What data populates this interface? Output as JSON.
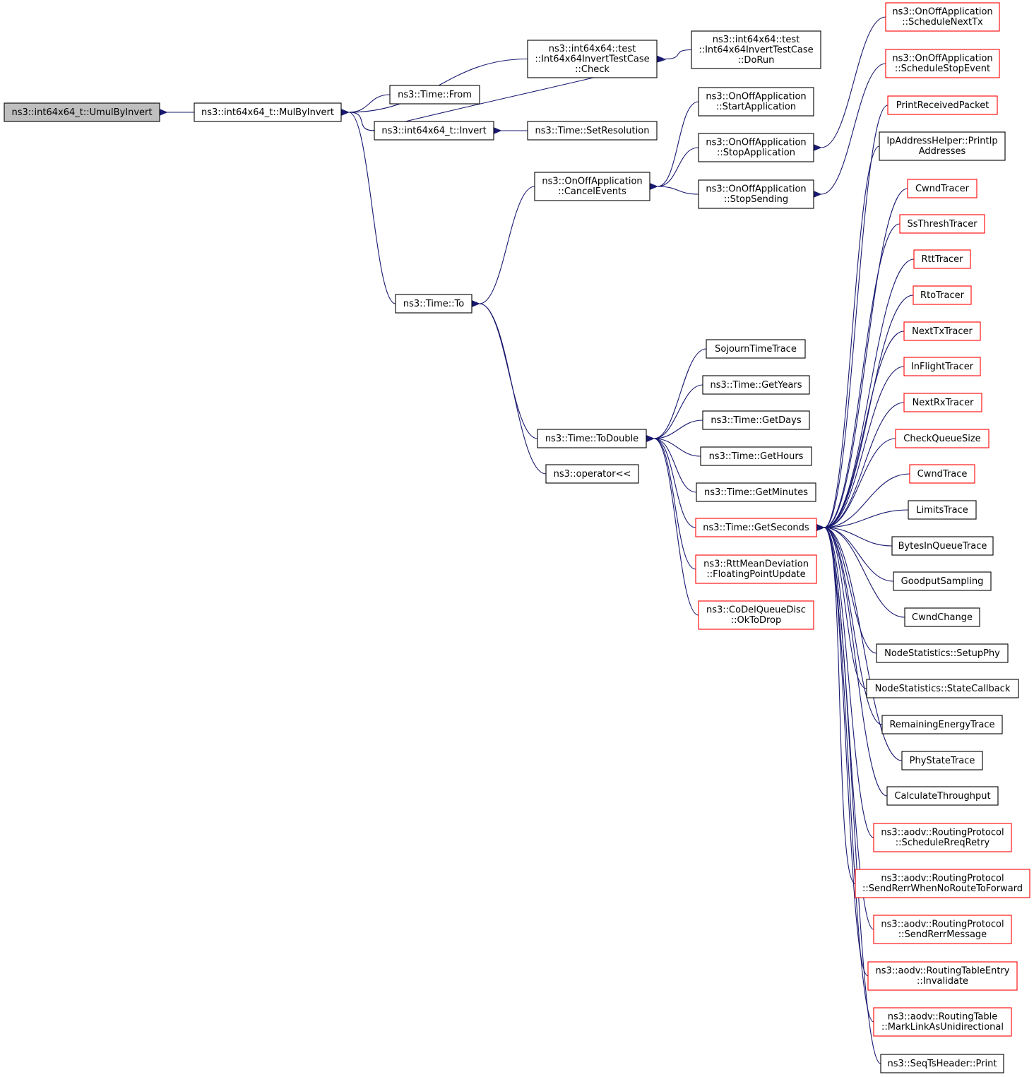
{
  "colors": {
    "edge": "#191970",
    "arrow": "#191970",
    "border_normal": "#000000",
    "border_truncated": "#ff0000",
    "fill_normal": "#ffffff",
    "fill_root": "#bfbfbf"
  },
  "nodes": [
    {
      "id": "umul",
      "lines": [
        "ns3::int64x64_t::UmulByInvert"
      ],
      "style": "root"
    },
    {
      "id": "mulbyinvert",
      "lines": [
        "ns3::int64x64_t::MulByInvert"
      ],
      "style": "normal"
    },
    {
      "id": "check",
      "lines": [
        "ns3::int64x64::test",
        "::Int64x64InvertTestCase",
        "::Check"
      ],
      "style": "normal"
    },
    {
      "id": "dorun",
      "lines": [
        "ns3::int64x64::test",
        "::Int64x64InvertTestCase",
        "::DoRun"
      ],
      "style": "normal"
    },
    {
      "id": "from",
      "lines": [
        "ns3::Time::From"
      ],
      "style": "normal"
    },
    {
      "id": "invert",
      "lines": [
        "ns3::int64x64_t::Invert"
      ],
      "style": "normal"
    },
    {
      "id": "setres",
      "lines": [
        "ns3::Time::SetResolution"
      ],
      "style": "normal"
    },
    {
      "id": "startapp",
      "lines": [
        "ns3::OnOffApplication",
        "::StartApplication"
      ],
      "style": "normal"
    },
    {
      "id": "stopapp",
      "lines": [
        "ns3::OnOffApplication",
        "::StopApplication"
      ],
      "style": "normal"
    },
    {
      "id": "cancelev",
      "lines": [
        "ns3::OnOffApplication",
        "::CancelEvents"
      ],
      "style": "normal"
    },
    {
      "id": "stopsend",
      "lines": [
        "ns3::OnOffApplication",
        "::StopSending"
      ],
      "style": "normal"
    },
    {
      "id": "timeto",
      "lines": [
        "ns3::Time::To"
      ],
      "style": "normal"
    },
    {
      "id": "todouble",
      "lines": [
        "ns3::Time::ToDouble"
      ],
      "style": "normal"
    },
    {
      "id": "opshift",
      "lines": [
        "ns3::operator<<"
      ],
      "style": "normal"
    },
    {
      "id": "sojourn",
      "lines": [
        "SojournTimeTrace"
      ],
      "style": "normal"
    },
    {
      "id": "getyears",
      "lines": [
        "ns3::Time::GetYears"
      ],
      "style": "normal"
    },
    {
      "id": "getdays",
      "lines": [
        "ns3::Time::GetDays"
      ],
      "style": "normal"
    },
    {
      "id": "gethours",
      "lines": [
        "ns3::Time::GetHours"
      ],
      "style": "normal"
    },
    {
      "id": "getminutes",
      "lines": [
        "ns3::Time::GetMinutes"
      ],
      "style": "normal"
    },
    {
      "id": "getseconds",
      "lines": [
        "ns3::Time::GetSeconds"
      ],
      "style": "truncated"
    },
    {
      "id": "rttmean",
      "lines": [
        "ns3::RttMeanDeviation",
        "::FloatingPointUpdate"
      ],
      "style": "truncated"
    },
    {
      "id": "codel",
      "lines": [
        "ns3::CoDelQueueDisc",
        "::OkToDrop"
      ],
      "style": "truncated"
    },
    {
      "id": "schednexttx",
      "lines": [
        "ns3::OnOffApplication",
        "::ScheduleNextTx"
      ],
      "style": "truncated"
    },
    {
      "id": "schedstop",
      "lines": [
        "ns3::OnOffApplication",
        "::ScheduleStopEvent"
      ],
      "style": "truncated"
    },
    {
      "id": "printrecv",
      "lines": [
        "PrintReceivedPacket"
      ],
      "style": "truncated"
    },
    {
      "id": "printip",
      "lines": [
        "IpAddressHelper::PrintIp",
        "Addresses"
      ],
      "style": "normal"
    },
    {
      "id": "cwndtracer",
      "lines": [
        "CwndTracer"
      ],
      "style": "truncated"
    },
    {
      "id": "ssthresh",
      "lines": [
        "SsThreshTracer"
      ],
      "style": "truncated"
    },
    {
      "id": "rtttracer",
      "lines": [
        "RttTracer"
      ],
      "style": "truncated"
    },
    {
      "id": "rtotracer",
      "lines": [
        "RtoTracer"
      ],
      "style": "truncated"
    },
    {
      "id": "nexttx",
      "lines": [
        "NextTxTracer"
      ],
      "style": "truncated"
    },
    {
      "id": "inflight",
      "lines": [
        "InFlightTracer"
      ],
      "style": "truncated"
    },
    {
      "id": "nextrx",
      "lines": [
        "NextRxTracer"
      ],
      "style": "truncated"
    },
    {
      "id": "checkqueue",
      "lines": [
        "CheckQueueSize"
      ],
      "style": "truncated"
    },
    {
      "id": "cwndtrace",
      "lines": [
        "CwndTrace"
      ],
      "style": "truncated"
    },
    {
      "id": "limits",
      "lines": [
        "LimitsTrace"
      ],
      "style": "normal"
    },
    {
      "id": "bytesinq",
      "lines": [
        "BytesInQueueTrace"
      ],
      "style": "normal"
    },
    {
      "id": "goodput",
      "lines": [
        "GoodputSampling"
      ],
      "style": "normal"
    },
    {
      "id": "cwndchange",
      "lines": [
        "CwndChange"
      ],
      "style": "normal"
    },
    {
      "id": "setupphy",
      "lines": [
        "NodeStatistics::SetupPhy"
      ],
      "style": "normal"
    },
    {
      "id": "statecb",
      "lines": [
        "NodeStatistics::StateCallback"
      ],
      "style": "normal"
    },
    {
      "id": "remenergy",
      "lines": [
        "RemainingEnergyTrace"
      ],
      "style": "normal"
    },
    {
      "id": "phystate",
      "lines": [
        "PhyStateTrace"
      ],
      "style": "normal"
    },
    {
      "id": "calcthru",
      "lines": [
        "CalculateThroughput"
      ],
      "style": "normal"
    },
    {
      "id": "schedrreq",
      "lines": [
        "ns3::aodv::RoutingProtocol",
        "::ScheduleRreqRetry"
      ],
      "style": "truncated"
    },
    {
      "id": "sendrerrnoroute",
      "lines": [
        "ns3::aodv::RoutingProtocol",
        "::SendRerrWhenNoRouteToForward"
      ],
      "style": "truncated"
    },
    {
      "id": "sendrerrmsg",
      "lines": [
        "ns3::aodv::RoutingProtocol",
        "::SendRerrMessage"
      ],
      "style": "truncated"
    },
    {
      "id": "invalidate",
      "lines": [
        "ns3::aodv::RoutingTableEntry",
        "::Invalidate"
      ],
      "style": "truncated"
    },
    {
      "id": "marklink",
      "lines": [
        "ns3::aodv::RoutingTable",
        "::MarkLinkAsUnidirectional"
      ],
      "style": "truncated"
    },
    {
      "id": "seqts",
      "lines": [
        "ns3::SeqTsHeader::Print"
      ],
      "style": "normal"
    }
  ],
  "edges": [
    [
      "mulbyinvert",
      "umul"
    ],
    [
      "check",
      "mulbyinvert"
    ],
    [
      "from",
      "mulbyinvert"
    ],
    [
      "invert",
      "mulbyinvert"
    ],
    [
      "timeto",
      "mulbyinvert"
    ],
    [
      "dorun",
      "check"
    ],
    [
      "invert",
      "check"
    ],
    [
      "setres",
      "invert"
    ],
    [
      "cancelev",
      "timeto"
    ],
    [
      "todouble",
      "timeto"
    ],
    [
      "opshift",
      "timeto"
    ],
    [
      "startapp",
      "cancelev"
    ],
    [
      "stopapp",
      "cancelev"
    ],
    [
      "stopsend",
      "cancelev"
    ],
    [
      "schednexttx",
      "stopapp"
    ],
    [
      "schedstop",
      "stopsend"
    ],
    [
      "sojourn",
      "todouble"
    ],
    [
      "getyears",
      "todouble"
    ],
    [
      "getdays",
      "todouble"
    ],
    [
      "gethours",
      "todouble"
    ],
    [
      "getminutes",
      "todouble"
    ],
    [
      "getseconds",
      "todouble"
    ],
    [
      "rttmean",
      "todouble"
    ],
    [
      "codel",
      "todouble"
    ],
    [
      "printrecv",
      "getseconds"
    ],
    [
      "printip",
      "getseconds"
    ],
    [
      "cwndtracer",
      "getseconds"
    ],
    [
      "ssthresh",
      "getseconds"
    ],
    [
      "rtttracer",
      "getseconds"
    ],
    [
      "rtotracer",
      "getseconds"
    ],
    [
      "nexttx",
      "getseconds"
    ],
    [
      "inflight",
      "getseconds"
    ],
    [
      "nextrx",
      "getseconds"
    ],
    [
      "checkqueue",
      "getseconds"
    ],
    [
      "cwndtrace",
      "getseconds"
    ],
    [
      "limits",
      "getseconds"
    ],
    [
      "bytesinq",
      "getseconds"
    ],
    [
      "goodput",
      "getseconds"
    ],
    [
      "cwndchange",
      "getseconds"
    ],
    [
      "setupphy",
      "getseconds"
    ],
    [
      "statecb",
      "getseconds"
    ],
    [
      "remenergy",
      "getseconds"
    ],
    [
      "phystate",
      "getseconds"
    ],
    [
      "calcthru",
      "getseconds"
    ],
    [
      "schedrreq",
      "getseconds"
    ],
    [
      "sendrerrnoroute",
      "getseconds"
    ],
    [
      "sendrerrmsg",
      "getseconds"
    ],
    [
      "invalidate",
      "getseconds"
    ],
    [
      "marklink",
      "getseconds"
    ],
    [
      "seqts",
      "getseconds"
    ]
  ]
}
